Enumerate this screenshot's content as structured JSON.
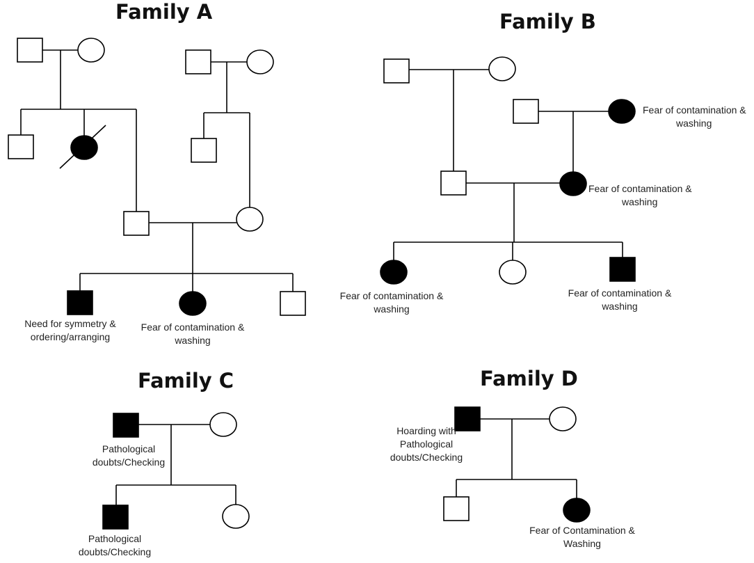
{
  "families": [
    {
      "title": "Family A",
      "labels": [
        [
          "Need for symmetry &",
          "ordering/arranging"
        ],
        [
          "Fear of contamination &",
          "washing"
        ]
      ]
    },
    {
      "title": "Family B",
      "labels": [
        [
          "Fear of contamination &",
          "washing"
        ],
        [
          "Fear of contamination &",
          "washing"
        ],
        [
          "Fear of contamination &",
          "washing"
        ],
        [
          "Fear of contamination &",
          "washing"
        ]
      ]
    },
    {
      "title": "Family C",
      "labels": [
        [
          "Pathological",
          "doubts/Checking"
        ],
        [
          "Pathological",
          "doubts/Checking"
        ]
      ]
    },
    {
      "title": "Family D",
      "labels": [
        [
          "Hoarding with",
          "Pathological",
          "doubts/Checking"
        ],
        [
          "Fear of Contamination &",
          "Washing"
        ]
      ]
    }
  ],
  "symbols": {
    "male": "square",
    "female": "circle",
    "affected": "#000000",
    "unaffected": "#ffffff",
    "line_color": "#000000"
  }
}
